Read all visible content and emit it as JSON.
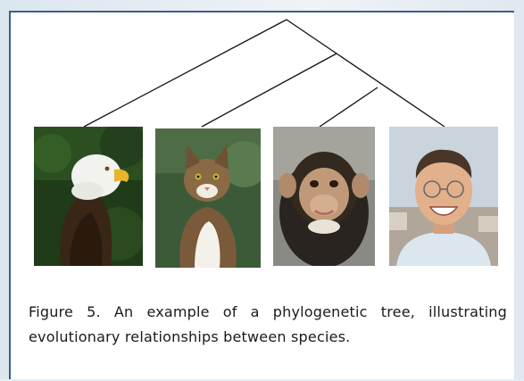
{
  "caption": {
    "text": "Figure 5.   An example of a phylogenetic tree, illustrating evolutionary relationships between species."
  },
  "tree": {
    "taxa": [
      "bald eagle",
      "cat",
      "chimpanzee",
      "human"
    ],
    "line_color": "#111111"
  },
  "colors": {
    "border": "#3b5f84",
    "background": "#e4edf4"
  }
}
